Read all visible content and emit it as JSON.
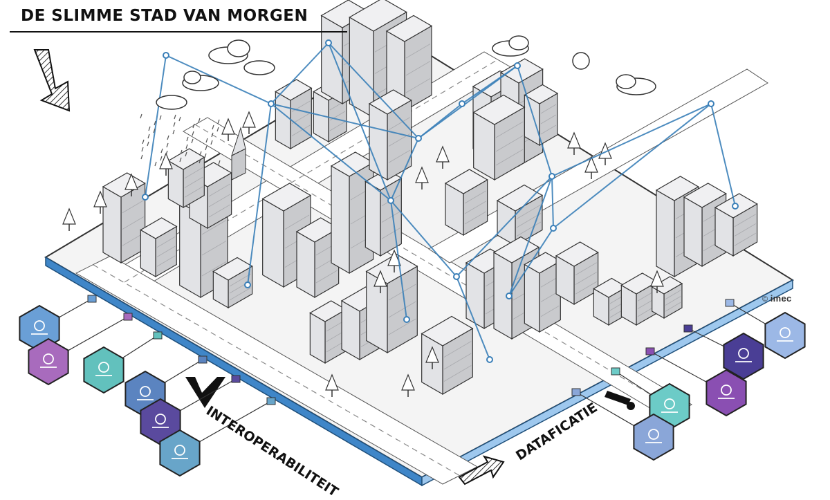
{
  "title": "DE SLIMME STAD VAN MORGEN",
  "labels": {
    "left_edge": "INTEROPERABILITEIT",
    "right_edge": "DATAFICATIE"
  },
  "credit": {
    "symbol": "©",
    "brand": "imec"
  },
  "colors": {
    "network": "#3a7fb8",
    "edge_blue": "#3f86c8",
    "edge_blue_light": "#9ec8ee",
    "building_light": "#e2e3e6",
    "building_mid": "#c9cacd",
    "building_dark": "#a9aaae",
    "ground": "#f4f4f4",
    "outline": "#333333"
  },
  "left_hexagons": [
    {
      "icon": "weather-sensor-icon",
      "color": "#6a9fd6"
    },
    {
      "icon": "street-light-icon",
      "color": "#a86bbd"
    },
    {
      "icon": "cyclist-icon",
      "color": "#62c1bd"
    },
    {
      "icon": "car-sensor-icon",
      "color": "#5b84c0"
    },
    {
      "icon": "parking-icon",
      "color": "#5a4a9e"
    },
    {
      "icon": "bus-stop-icon",
      "color": "#68a5c9"
    }
  ],
  "right_hexagons": [
    {
      "icon": "ambulance-icon",
      "color": "#9cb8e6"
    },
    {
      "icon": "road-icon",
      "color": "#4a3e95"
    },
    {
      "icon": "truck-icon",
      "color": "#8a4fb2"
    },
    {
      "icon": "bike-icon",
      "color": "#6ccbc7"
    },
    {
      "icon": "pedestrians-icon",
      "color": "#8aa6d8"
    }
  ]
}
